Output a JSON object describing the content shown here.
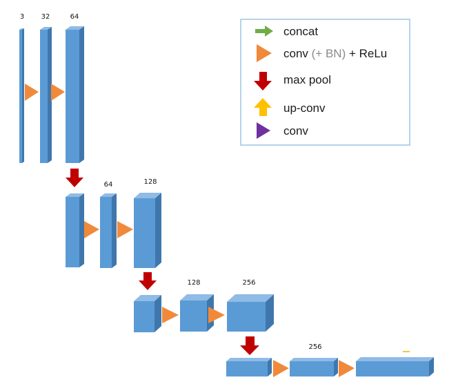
{
  "levels": [
    {
      "channels": [
        "3",
        "32",
        "64"
      ]
    },
    {
      "channels": [
        "",
        "64",
        "128"
      ]
    },
    {
      "channels": [
        "",
        "128",
        "256"
      ]
    },
    {
      "channels": [
        "",
        "256",
        ""
      ]
    }
  ],
  "legend": {
    "concat": "concat",
    "conv_bn_relu_prefix": "conv ",
    "conv_bn_relu_bn": "(+ BN)",
    "conv_bn_relu_suffix": " + ReLu",
    "max_pool": "max pool",
    "up_conv": "up-conv",
    "conv": "conv"
  },
  "colors": {
    "block_front": "#5b9bd5",
    "block_top": "#8fbbe6",
    "block_side": "#3f77ad",
    "conv_relu_arrow": "#f08a3a",
    "max_pool_arrow": "#c00000",
    "up_conv_arrow": "#ffc000",
    "concat_arrow": "#70ad47",
    "conv_arrow": "#7030a0",
    "legend_border": "#9dc3e6"
  }
}
